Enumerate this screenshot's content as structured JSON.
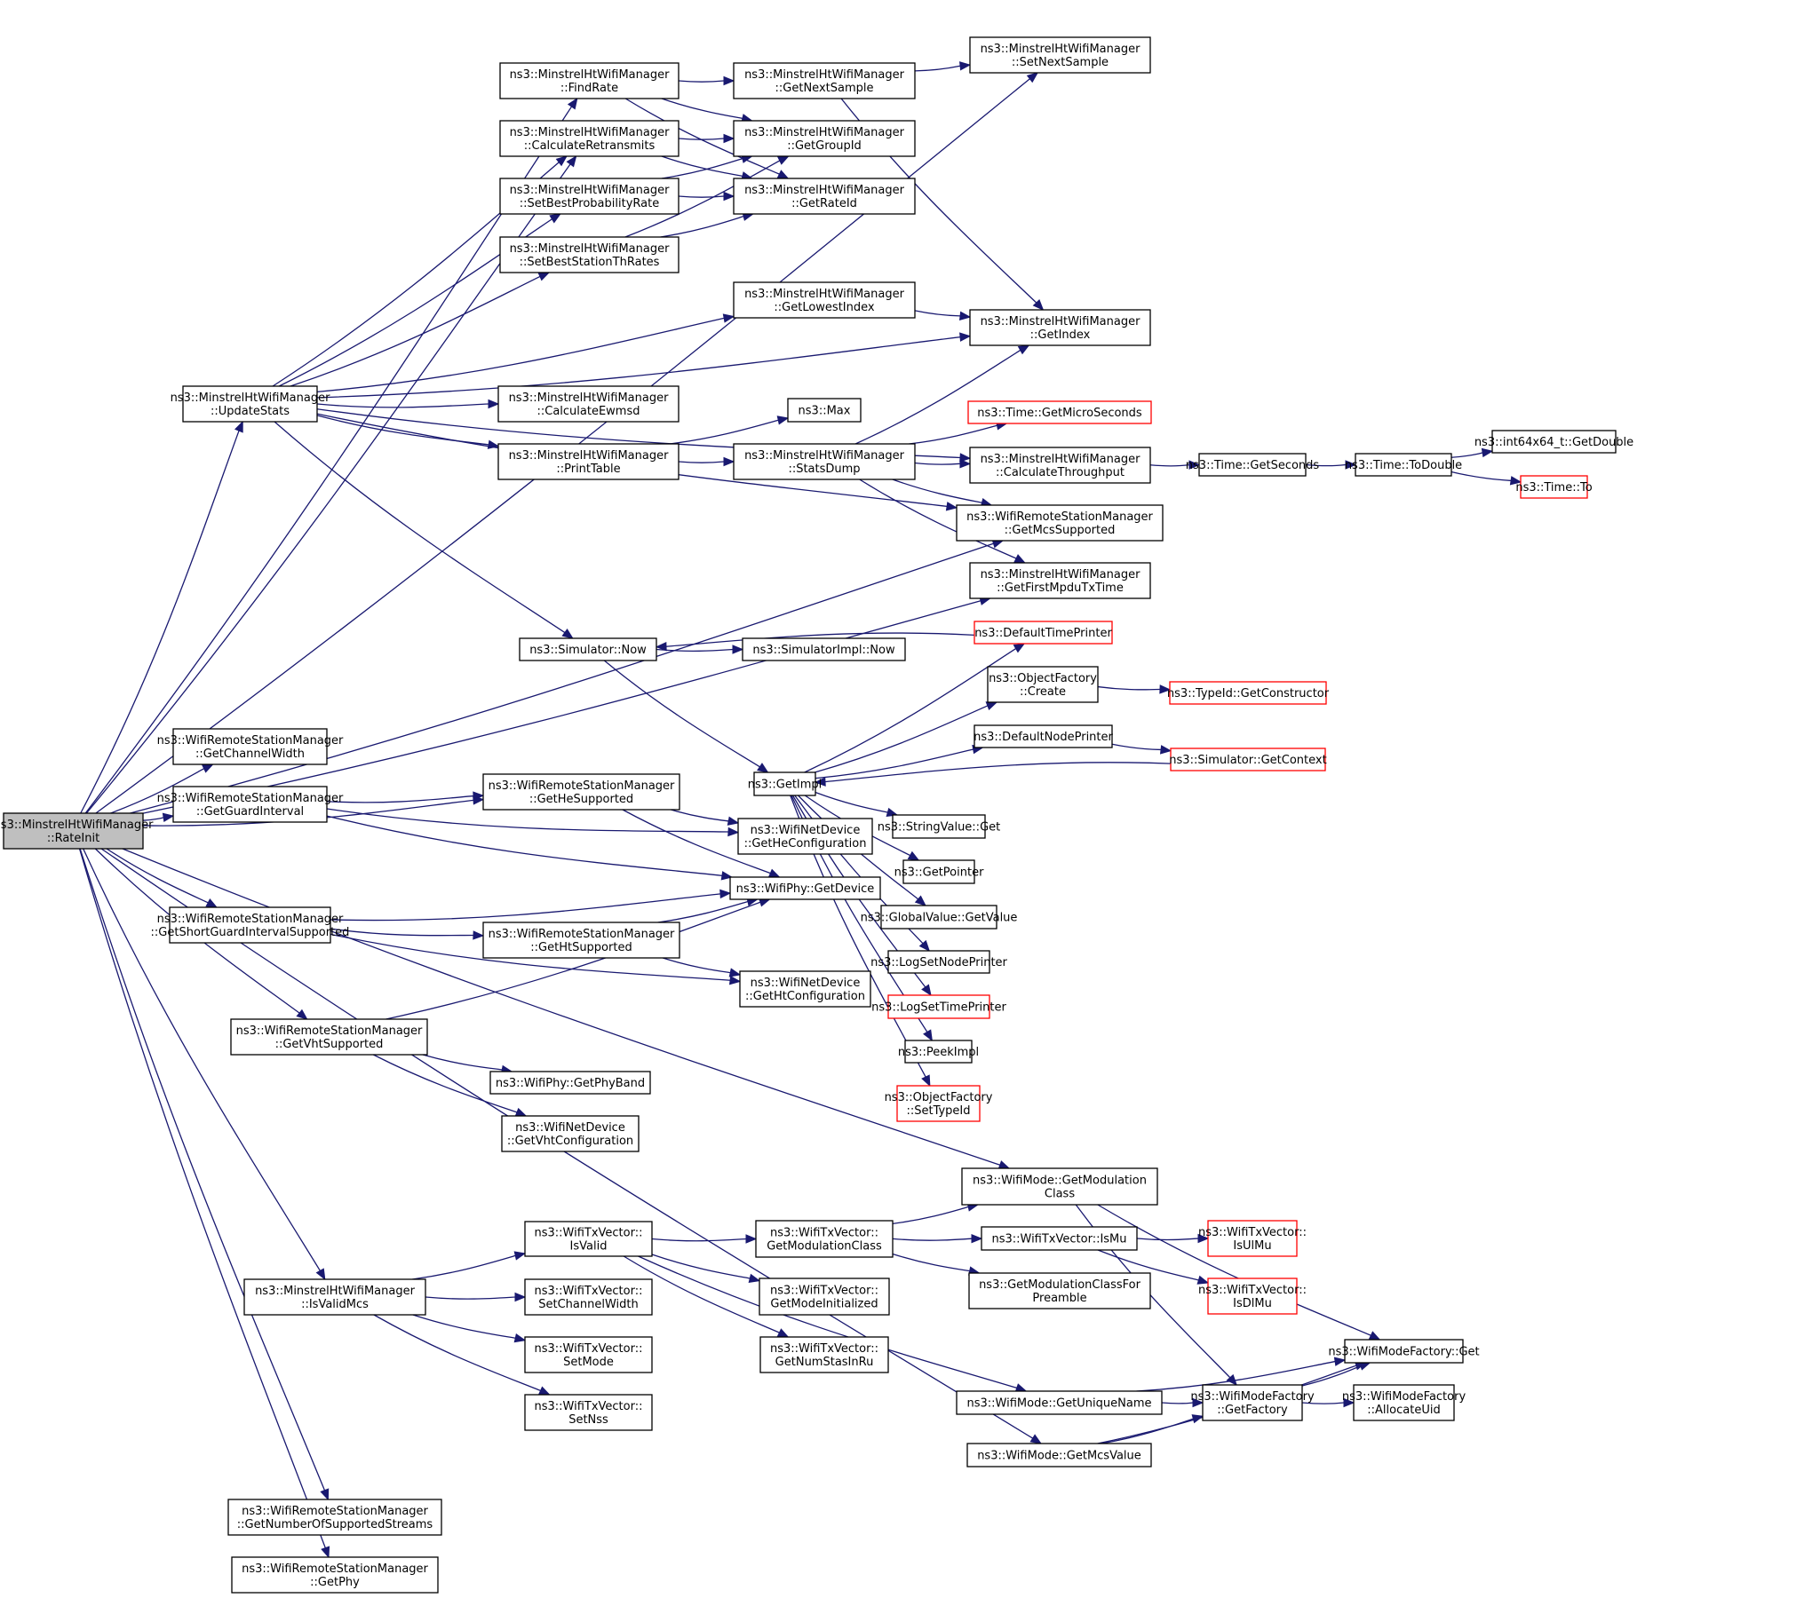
{
  "title": "Call graph of ns3::MinstrelHtWifiManager::RateInit",
  "colors": {
    "edge": "#191970",
    "root_fill": "#bfbfbf",
    "node_border": "#000000",
    "external_border": "#ff0000"
  },
  "nodes": [
    {
      "id": "RateInit",
      "lines": [
        "ns3::MinstrelHtWifiManager",
        "::RateInit"
      ],
      "kind": "root"
    },
    {
      "id": "FindRate",
      "lines": [
        "ns3::MinstrelHtWifiManager",
        "::FindRate"
      ]
    },
    {
      "id": "CalculateRetransmits",
      "lines": [
        "ns3::MinstrelHtWifiManager",
        "::CalculateRetransmits"
      ]
    },
    {
      "id": "SetBestProbabilityRate",
      "lines": [
        "ns3::MinstrelHtWifiManager",
        "::SetBestProbabilityRate"
      ]
    },
    {
      "id": "SetBestStationThRates",
      "lines": [
        "ns3::MinstrelHtWifiManager",
        "::SetBestStationThRates"
      ]
    },
    {
      "id": "GetNextSample",
      "lines": [
        "ns3::MinstrelHtWifiManager",
        "::GetNextSample"
      ]
    },
    {
      "id": "GetGroupId",
      "lines": [
        "ns3::MinstrelHtWifiManager",
        "::GetGroupId"
      ]
    },
    {
      "id": "GetRateId",
      "lines": [
        "ns3::MinstrelHtWifiManager",
        "::GetRateId"
      ]
    },
    {
      "id": "SetNextSample",
      "lines": [
        "ns3::MinstrelHtWifiManager",
        "::SetNextSample"
      ]
    },
    {
      "id": "GetLowestIndex",
      "lines": [
        "ns3::MinstrelHtWifiManager",
        "::GetLowestIndex"
      ]
    },
    {
      "id": "GetIndex",
      "lines": [
        "ns3::MinstrelHtWifiManager",
        "::GetIndex"
      ]
    },
    {
      "id": "UpdateStats",
      "lines": [
        "ns3::MinstrelHtWifiManager",
        "::UpdateStats"
      ]
    },
    {
      "id": "CalculateEwmsd",
      "lines": [
        "ns3::MinstrelHtWifiManager",
        "::CalculateEwmsd"
      ]
    },
    {
      "id": "PrintTable",
      "lines": [
        "ns3::MinstrelHtWifiManager",
        "::PrintTable"
      ]
    },
    {
      "id": "Max",
      "lines": [
        "ns3::Max"
      ]
    },
    {
      "id": "StatsDump",
      "lines": [
        "ns3::MinstrelHtWifiManager",
        "::StatsDump"
      ]
    },
    {
      "id": "GetMicroSeconds",
      "lines": [
        "ns3::Time::GetMicroSeconds"
      ],
      "kind": "external"
    },
    {
      "id": "CalculateThroughput",
      "lines": [
        "ns3::MinstrelHtWifiManager",
        "::CalculateThroughput"
      ]
    },
    {
      "id": "GetMcsSupported",
      "lines": [
        "ns3::WifiRemoteStationManager",
        "::GetMcsSupported"
      ]
    },
    {
      "id": "GetFirstMpduTxTime",
      "lines": [
        "ns3::MinstrelHtWifiManager",
        "::GetFirstMpduTxTime"
      ]
    },
    {
      "id": "GetSeconds",
      "lines": [
        "ns3::Time::GetSeconds"
      ]
    },
    {
      "id": "ToDouble",
      "lines": [
        "ns3::Time::ToDouble"
      ]
    },
    {
      "id": "GetDouble",
      "lines": [
        "ns3::int64x64_t::GetDouble"
      ]
    },
    {
      "id": "TimeTo",
      "lines": [
        "ns3::Time::To"
      ],
      "kind": "external"
    },
    {
      "id": "SimulatorNow",
      "lines": [
        "ns3::Simulator::Now"
      ]
    },
    {
      "id": "SimulatorImplNow",
      "lines": [
        "ns3::SimulatorImpl::Now"
      ]
    },
    {
      "id": "DefaultTimePrinter",
      "lines": [
        "ns3::DefaultTimePrinter"
      ],
      "kind": "external"
    },
    {
      "id": "ObjectFactoryCreate",
      "lines": [
        "ns3::ObjectFactory",
        "::Create"
      ]
    },
    {
      "id": "GetConstructor",
      "lines": [
        "ns3::TypeId::GetConstructor"
      ],
      "kind": "external"
    },
    {
      "id": "DefaultNodePrinter",
      "lines": [
        "ns3::DefaultNodePrinter"
      ]
    },
    {
      "id": "GetContext",
      "lines": [
        "ns3::Simulator::GetContext"
      ],
      "kind": "external"
    },
    {
      "id": "GetImpl",
      "lines": [
        "ns3::GetImpl"
      ]
    },
    {
      "id": "StringValueGet",
      "lines": [
        "ns3::StringValue::Get"
      ]
    },
    {
      "id": "GetPointer",
      "lines": [
        "ns3::GetPointer"
      ]
    },
    {
      "id": "GlobalValueGetValue",
      "lines": [
        "ns3::GlobalValue::GetValue"
      ]
    },
    {
      "id": "LogSetNodePrinter",
      "lines": [
        "ns3::LogSetNodePrinter"
      ]
    },
    {
      "id": "LogSetTimePrinter",
      "lines": [
        "ns3::LogSetTimePrinter"
      ],
      "kind": "external"
    },
    {
      "id": "PeekImpl",
      "lines": [
        "ns3::PeekImpl"
      ]
    },
    {
      "id": "SetTypeId",
      "lines": [
        "ns3::ObjectFactory",
        "::SetTypeId"
      ],
      "kind": "external"
    },
    {
      "id": "GetChannelWidth",
      "lines": [
        "ns3::WifiRemoteStationManager",
        "::GetChannelWidth"
      ]
    },
    {
      "id": "GetGuardInterval",
      "lines": [
        "ns3::WifiRemoteStationManager",
        "::GetGuardInterval"
      ]
    },
    {
      "id": "GetHeSupported",
      "lines": [
        "ns3::WifiRemoteStationManager",
        "::GetHeSupported"
      ]
    },
    {
      "id": "GetHeConfiguration",
      "lines": [
        "ns3::WifiNetDevice",
        "::GetHeConfiguration"
      ]
    },
    {
      "id": "GetDevice",
      "lines": [
        "ns3::WifiPhy::GetDevice"
      ]
    },
    {
      "id": "GetShortGuardIntervalSupported",
      "lines": [
        "ns3::WifiRemoteStationManager",
        "::GetShortGuardIntervalSupported"
      ]
    },
    {
      "id": "GetHtSupported",
      "lines": [
        "ns3::WifiRemoteStationManager",
        "::GetHtSupported"
      ]
    },
    {
      "id": "GetHtConfiguration",
      "lines": [
        "ns3::WifiNetDevice",
        "::GetHtConfiguration"
      ]
    },
    {
      "id": "GetVhtSupported",
      "lines": [
        "ns3::WifiRemoteStationManager",
        "::GetVhtSupported"
      ]
    },
    {
      "id": "GetPhyBand",
      "lines": [
        "ns3::WifiPhy::GetPhyBand"
      ]
    },
    {
      "id": "GetVhtConfiguration",
      "lines": [
        "ns3::WifiNetDevice",
        "::GetVhtConfiguration"
      ]
    },
    {
      "id": "ModeGetModulationClass",
      "lines": [
        "ns3::WifiMode::GetModulation",
        "Class"
      ]
    },
    {
      "id": "IsValidMcs",
      "lines": [
        "ns3::MinstrelHtWifiManager",
        "::IsValidMcs"
      ]
    },
    {
      "id": "IsValid",
      "lines": [
        "ns3::WifiTxVector::",
        "IsValid"
      ]
    },
    {
      "id": "SetChannelWidth",
      "lines": [
        "ns3::WifiTxVector::",
        "SetChannelWidth"
      ]
    },
    {
      "id": "SetMode",
      "lines": [
        "ns3::WifiTxVector::",
        "SetMode"
      ]
    },
    {
      "id": "SetNss",
      "lines": [
        "ns3::WifiTxVector::",
        "SetNss"
      ]
    },
    {
      "id": "TxGetModulationClass",
      "lines": [
        "ns3::WifiTxVector::",
        "GetModulationClass"
      ]
    },
    {
      "id": "GetModeInitialized",
      "lines": [
        "ns3::WifiTxVector::",
        "GetModeInitialized"
      ]
    },
    {
      "id": "GetNumStasInRu",
      "lines": [
        "ns3::WifiTxVector::",
        "GetNumStasInRu"
      ]
    },
    {
      "id": "IsMu",
      "lines": [
        "ns3::WifiTxVector::IsMu"
      ]
    },
    {
      "id": "GetModulationClassForPreamble",
      "lines": [
        "ns3::GetModulationClassFor",
        "Preamble"
      ]
    },
    {
      "id": "IsUlMu",
      "lines": [
        "ns3::WifiTxVector::",
        "IsUlMu"
      ],
      "kind": "external"
    },
    {
      "id": "IsDlMu",
      "lines": [
        "ns3::WifiTxVector::",
        "IsDlMu"
      ],
      "kind": "external"
    },
    {
      "id": "GetUniqueName",
      "lines": [
        "ns3::WifiMode::GetUniqueName"
      ]
    },
    {
      "id": "GetMcsValue",
      "lines": [
        "ns3::WifiMode::GetMcsValue"
      ]
    },
    {
      "id": "WifiModeFactoryGet",
      "lines": [
        "ns3::WifiModeFactory::Get"
      ]
    },
    {
      "id": "GetFactory",
      "lines": [
        "ns3::WifiModeFactory",
        "::GetFactory"
      ]
    },
    {
      "id": "AllocateUid",
      "lines": [
        "ns3::WifiModeFactory",
        "::AllocateUid"
      ]
    },
    {
      "id": "GetNumberOfSupportedStreams",
      "lines": [
        "ns3::WifiRemoteStationManager",
        "::GetNumberOfSupportedStreams"
      ]
    },
    {
      "id": "GetPhy",
      "lines": [
        "ns3::WifiRemoteStationManager",
        "::GetPhy"
      ]
    }
  ],
  "edges": [
    [
      "RateInit",
      "SetNextSample"
    ],
    [
      "RateInit",
      "FindRate"
    ],
    [
      "RateInit",
      "CalculateRetransmits"
    ],
    [
      "RateInit",
      "UpdateStats"
    ],
    [
      "RateInit",
      "GetMcsSupported"
    ],
    [
      "RateInit",
      "GetFirstMpduTxTime"
    ],
    [
      "RateInit",
      "GetChannelWidth"
    ],
    [
      "RateInit",
      "GetGuardInterval"
    ],
    [
      "RateInit",
      "GetHeSupported"
    ],
    [
      "RateInit",
      "GetShortGuardIntervalSupported"
    ],
    [
      "RateInit",
      "GetVhtSupported"
    ],
    [
      "RateInit",
      "ModeGetModulationClass"
    ],
    [
      "RateInit",
      "IsValidMcs"
    ],
    [
      "RateInit",
      "GetMcsValue"
    ],
    [
      "RateInit",
      "GetNumberOfSupportedStreams"
    ],
    [
      "RateInit",
      "GetPhy"
    ],
    [
      "FindRate",
      "GetNextSample"
    ],
    [
      "FindRate",
      "GetGroupId"
    ],
    [
      "FindRate",
      "GetRateId"
    ],
    [
      "GetNextSample",
      "SetNextSample"
    ],
    [
      "GetNextSample",
      "GetIndex"
    ],
    [
      "CalculateRetransmits",
      "GetGroupId"
    ],
    [
      "CalculateRetransmits",
      "GetRateId"
    ],
    [
      "SetBestProbabilityRate",
      "GetGroupId"
    ],
    [
      "SetBestProbabilityRate",
      "GetRateId"
    ],
    [
      "SetBestStationThRates",
      "GetGroupId"
    ],
    [
      "SetBestStationThRates",
      "GetRateId"
    ],
    [
      "GetLowestIndex",
      "GetIndex"
    ],
    [
      "UpdateStats",
      "CalculateRetransmits"
    ],
    [
      "UpdateStats",
      "SetBestProbabilityRate"
    ],
    [
      "UpdateStats",
      "SetBestStationThRates"
    ],
    [
      "UpdateStats",
      "GetLowestIndex"
    ],
    [
      "UpdateStats",
      "GetIndex"
    ],
    [
      "UpdateStats",
      "CalculateEwmsd"
    ],
    [
      "UpdateStats",
      "PrintTable"
    ],
    [
      "UpdateStats",
      "CalculateThroughput"
    ],
    [
      "UpdateStats",
      "GetMcsSupported"
    ],
    [
      "UpdateStats",
      "SimulatorNow"
    ],
    [
      "PrintTable",
      "Max"
    ],
    [
      "PrintTable",
      "StatsDump"
    ],
    [
      "StatsDump",
      "GetIndex"
    ],
    [
      "StatsDump",
      "GetMicroSeconds"
    ],
    [
      "StatsDump",
      "CalculateThroughput"
    ],
    [
      "StatsDump",
      "GetMcsSupported"
    ],
    [
      "StatsDump",
      "GetFirstMpduTxTime"
    ],
    [
      "CalculateThroughput",
      "GetSeconds"
    ],
    [
      "GetSeconds",
      "ToDouble"
    ],
    [
      "ToDouble",
      "GetDouble"
    ],
    [
      "ToDouble",
      "TimeTo"
    ],
    [
      "SimulatorNow",
      "SimulatorImplNow"
    ],
    [
      "SimulatorNow",
      "GetImpl"
    ],
    [
      "DefaultTimePrinter",
      "SimulatorNow"
    ],
    [
      "GetImpl",
      "DefaultTimePrinter"
    ],
    [
      "GetImpl",
      "ObjectFactoryCreate"
    ],
    [
      "GetImpl",
      "DefaultNodePrinter"
    ],
    [
      "GetImpl",
      "StringValueGet"
    ],
    [
      "GetImpl",
      "GetPointer"
    ],
    [
      "GetImpl",
      "GlobalValueGetValue"
    ],
    [
      "GetImpl",
      "LogSetNodePrinter"
    ],
    [
      "GetImpl",
      "LogSetTimePrinter"
    ],
    [
      "GetImpl",
      "PeekImpl"
    ],
    [
      "GetImpl",
      "SetTypeId"
    ],
    [
      "ObjectFactoryCreate",
      "GetConstructor"
    ],
    [
      "DefaultNodePrinter",
      "GetContext"
    ],
    [
      "GetContext",
      "GetImpl"
    ],
    [
      "GetGuardInterval",
      "GetHeSupported"
    ],
    [
      "GetGuardInterval",
      "GetHeConfiguration"
    ],
    [
      "GetGuardInterval",
      "GetDevice"
    ],
    [
      "GetHeSupported",
      "GetHeConfiguration"
    ],
    [
      "GetHeSupported",
      "GetDevice"
    ],
    [
      "GetShortGuardIntervalSupported",
      "GetDevice"
    ],
    [
      "GetShortGuardIntervalSupported",
      "GetHtSupported"
    ],
    [
      "GetShortGuardIntervalSupported",
      "GetHtConfiguration"
    ],
    [
      "GetHtSupported",
      "GetDevice"
    ],
    [
      "GetHtSupported",
      "GetHtConfiguration"
    ],
    [
      "GetVhtSupported",
      "GetDevice"
    ],
    [
      "GetVhtSupported",
      "GetPhyBand"
    ],
    [
      "GetVhtSupported",
      "GetVhtConfiguration"
    ],
    [
      "IsValidMcs",
      "IsValid"
    ],
    [
      "IsValidMcs",
      "SetChannelWidth"
    ],
    [
      "IsValidMcs",
      "SetMode"
    ],
    [
      "IsValidMcs",
      "SetNss"
    ],
    [
      "IsValid",
      "TxGetModulationClass"
    ],
    [
      "IsValid",
      "GetModeInitialized"
    ],
    [
      "IsValid",
      "GetNumStasInRu"
    ],
    [
      "IsValid",
      "GetUniqueName"
    ],
    [
      "TxGetModulationClass",
      "ModeGetModulationClass"
    ],
    [
      "TxGetModulationClass",
      "IsMu"
    ],
    [
      "TxGetModulationClass",
      "GetModulationClassForPreamble"
    ],
    [
      "IsMu",
      "IsUlMu"
    ],
    [
      "IsMu",
      "IsDlMu"
    ],
    [
      "ModeGetModulationClass",
      "WifiModeFactoryGet"
    ],
    [
      "ModeGetModulationClass",
      "GetFactory"
    ],
    [
      "GetUniqueName",
      "WifiModeFactoryGet"
    ],
    [
      "GetUniqueName",
      "GetFactory"
    ],
    [
      "GetMcsValue",
      "GetFactory"
    ],
    [
      "GetMcsValue",
      "WifiModeFactoryGet"
    ],
    [
      "GetFactory",
      "WifiModeFactoryGet"
    ],
    [
      "GetFactory",
      "AllocateUid"
    ]
  ]
}
